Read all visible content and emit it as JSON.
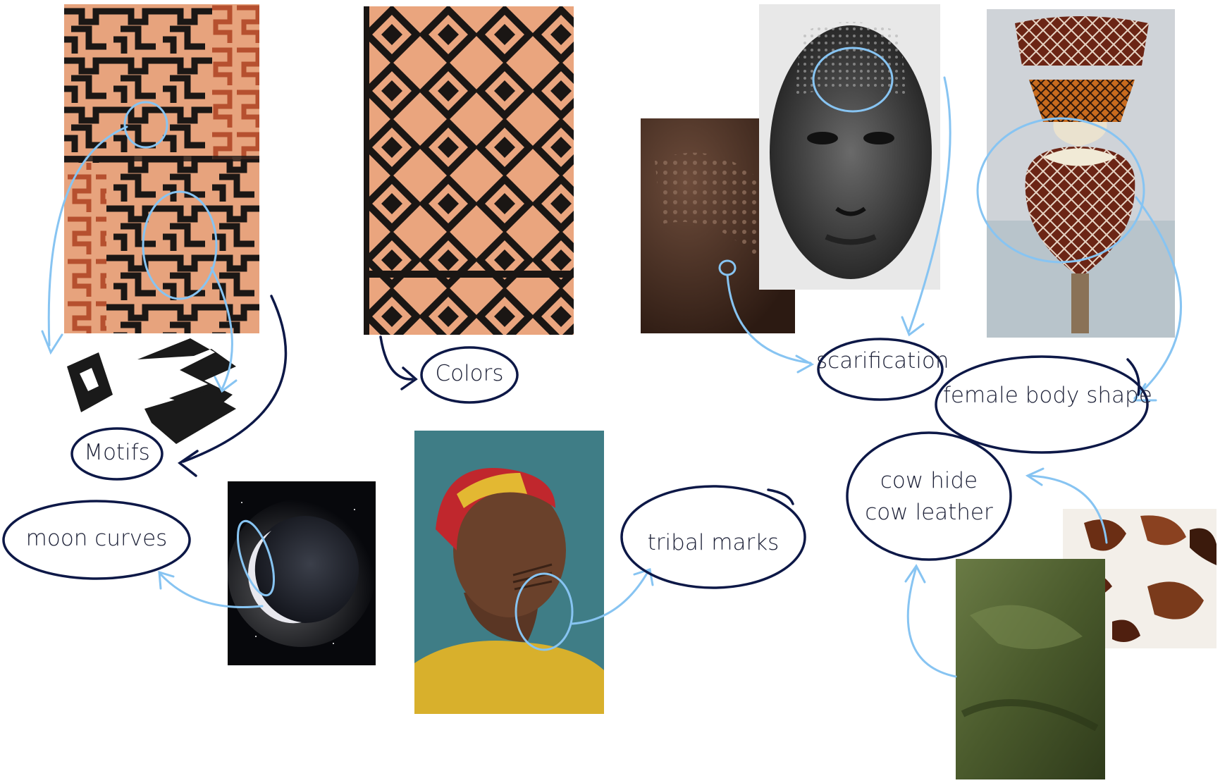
{
  "board": {
    "labels": {
      "motifs": "Motifs",
      "colors": "Colors",
      "moon_curves": "moon curves",
      "tribal_marks": "tribal marks",
      "scarification": "scarification",
      "female_body_shape": "female body shape",
      "cow_hide": "cow hide",
      "cow_leather": "cow leather"
    },
    "photos": {
      "kuba_cloth_1": "kuba-cloth-pattern",
      "kuba_cloth_2": "kuba-cloth-pattern",
      "moon": "crescent-moon",
      "woman_profile": "woman-with-tribal-marks",
      "skin_texture": "scarified-skin-texture",
      "face_bw": "face-with-scarification",
      "vase": "decorated-vase",
      "cowhide": "cowhide-texture",
      "leather": "green-leather"
    },
    "colors": {
      "ink": "#0d1847",
      "highlight": "#87c4f2",
      "cloth_base": "#e9a57e",
      "cloth_dark": "#1a1614",
      "cloth_rust": "#b6502f"
    }
  }
}
